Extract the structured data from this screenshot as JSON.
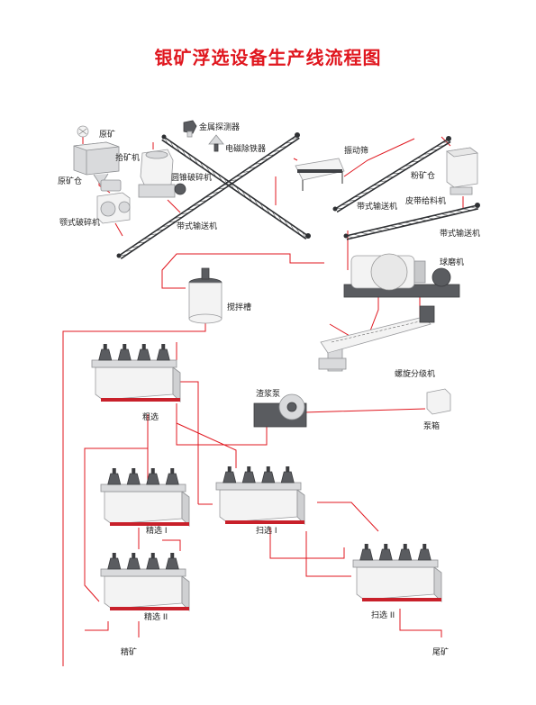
{
  "title": "银矿浮选设备生产线流程图",
  "colors": {
    "title": "#e0171f",
    "flow_line": "#e0171f",
    "machine": "#d9dadc",
    "dark": "#5a5c60"
  },
  "labels": {
    "raw_ore": "原矿",
    "raw_ore_bin": "原矿仓",
    "ore_picker": "拾矿机",
    "jaw_crusher": "颚式破碎机",
    "cone_crusher": "圆锥破碎机",
    "metal_detector": "金属探测器",
    "magnetic_separator": "电磁除铁器",
    "belt_conveyor_1": "带式输送机",
    "vibrating_screen": "振动筛",
    "belt_conveyor_2": "带式输送机",
    "powder_bin": "粉矿仓",
    "belt_feeder": "皮带给料机",
    "belt_conveyor_3": "带式输送机",
    "ball_mill": "球磨机",
    "spiral_classifier": "螺旋分级机",
    "mixing_tank": "搅拌槽",
    "slurry_pump": "渣浆泵",
    "pump_box": "泵箱",
    "roughing": "粗选",
    "cleaning_1": "精选 I",
    "scavenging_1": "扫选 I",
    "cleaning_2": "精选 II",
    "scavenging_2": "扫选 II",
    "concentrate": "精矿",
    "tailings": "尾矿"
  }
}
